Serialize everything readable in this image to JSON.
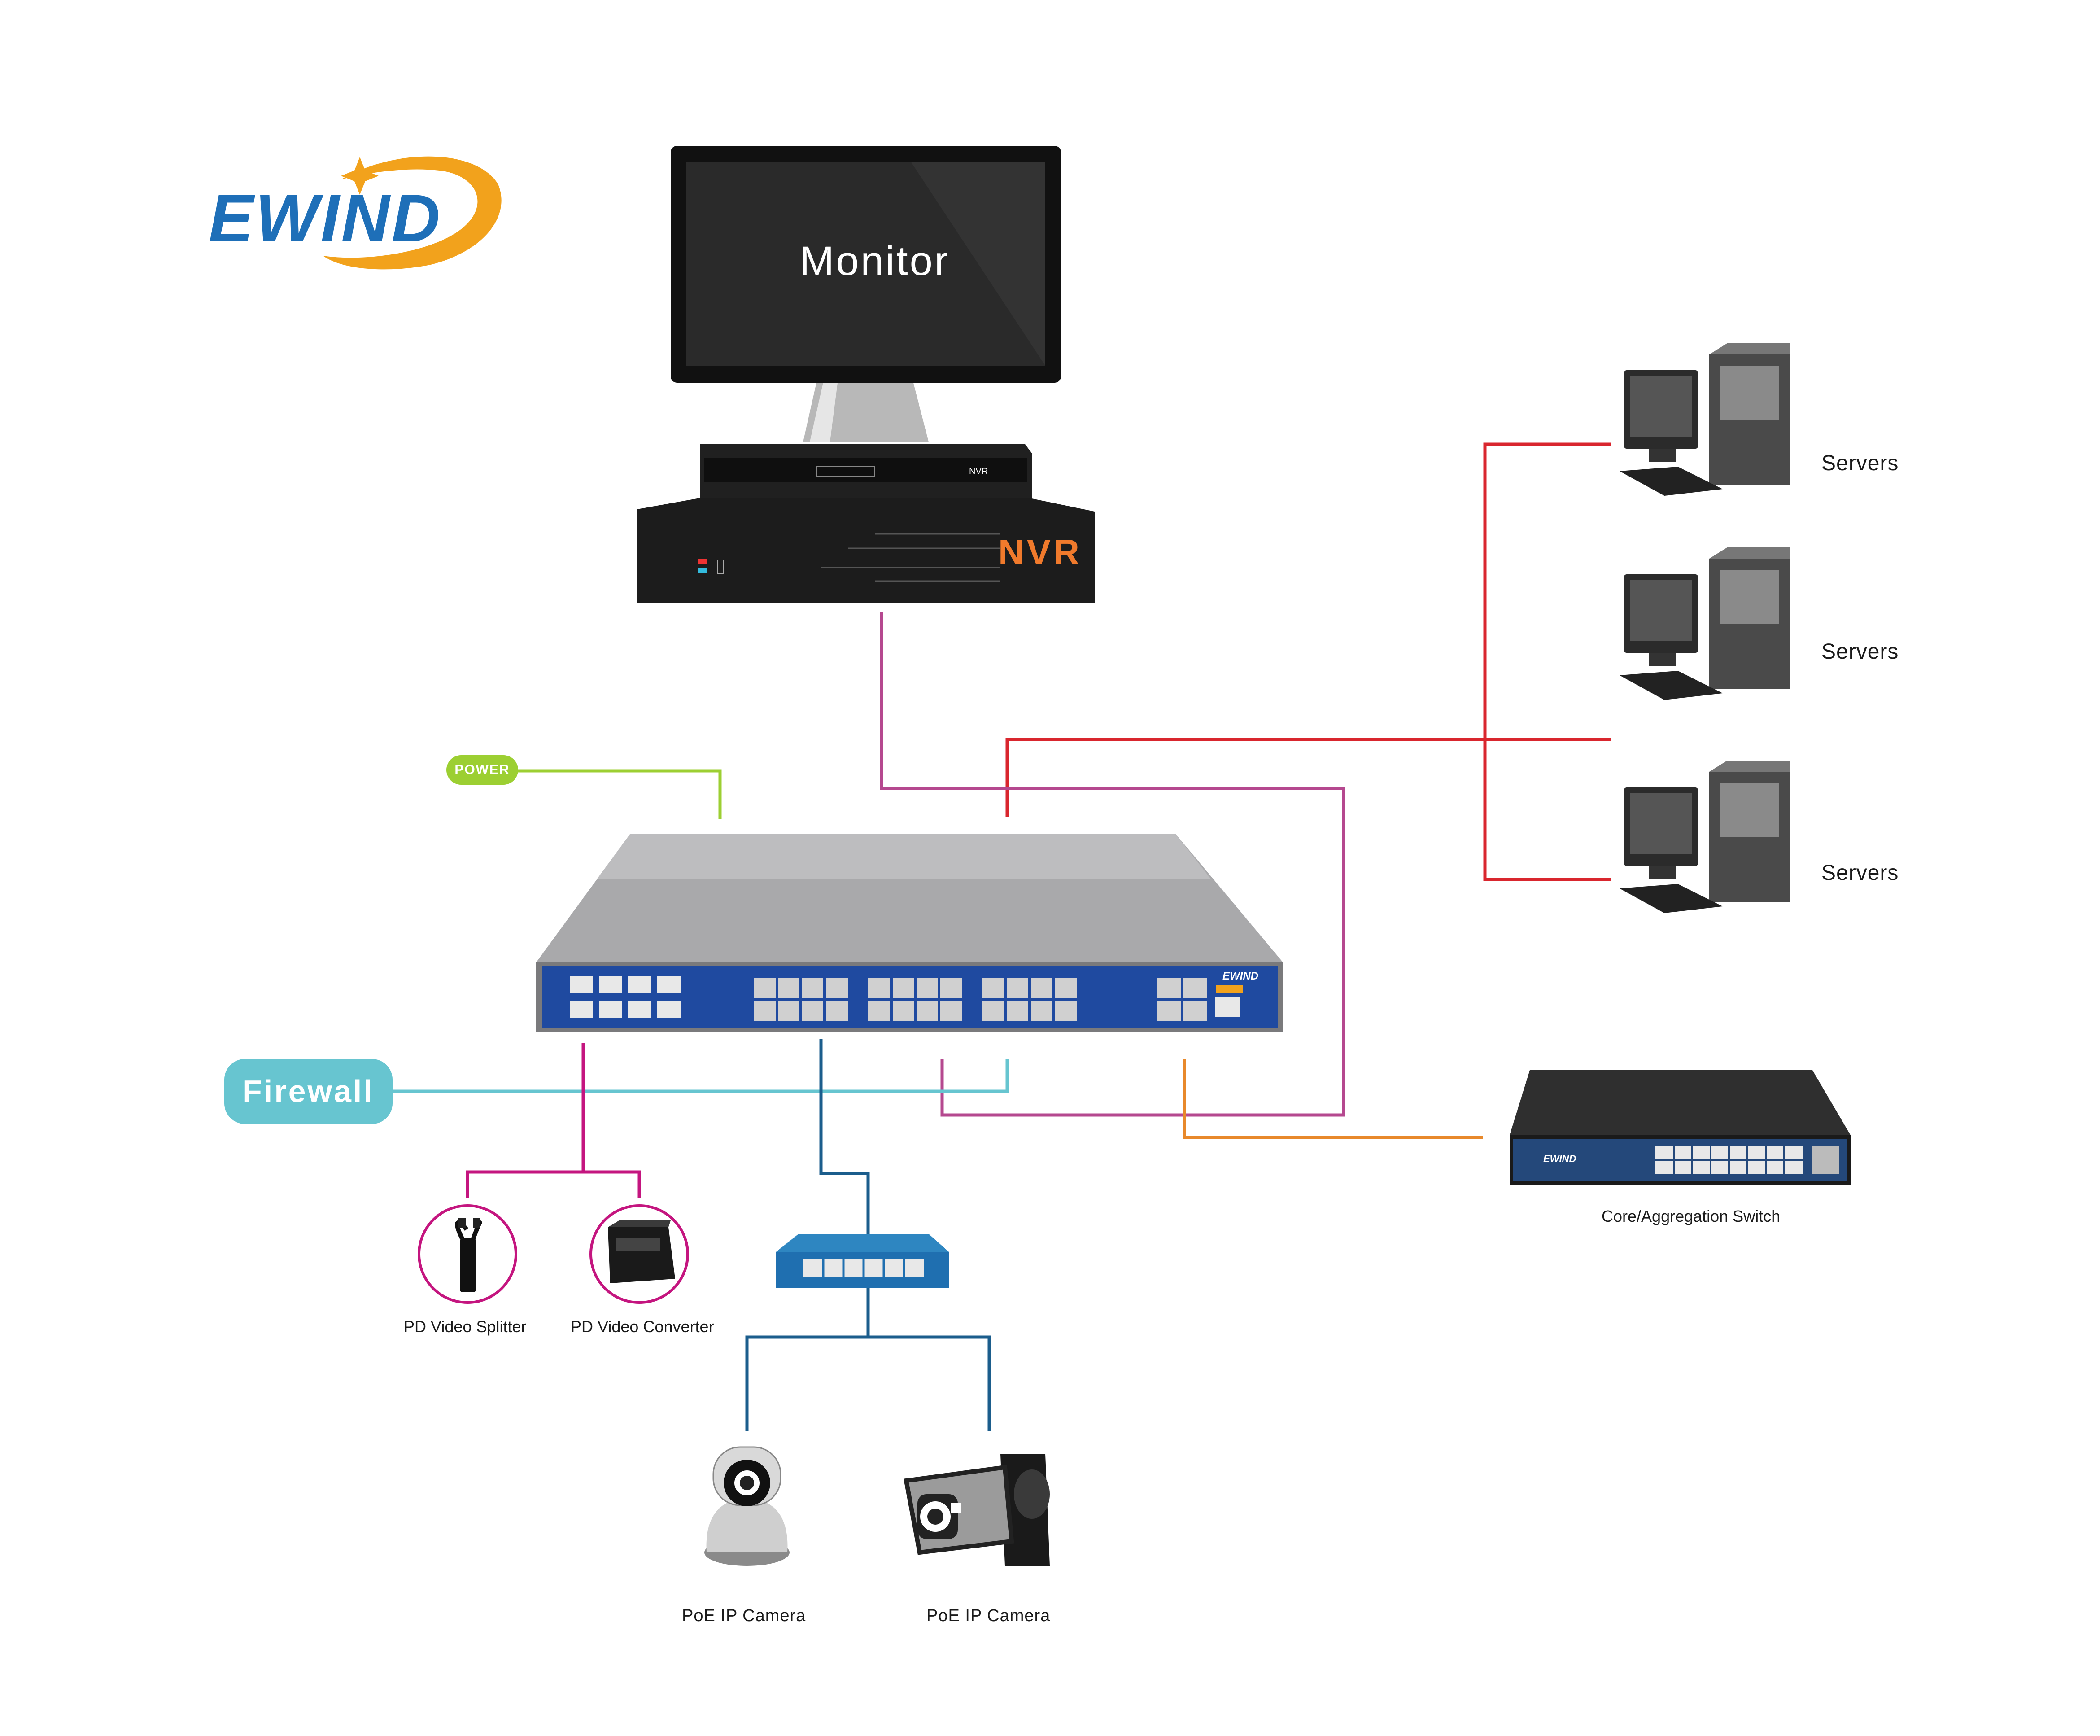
{
  "logo": {
    "text": "EWIND"
  },
  "monitor": {
    "label": "Monitor"
  },
  "nvr": {
    "label": "NVR",
    "small_label": "NVR"
  },
  "power": {
    "label": "POWER"
  },
  "firewall": {
    "label": "Firewall"
  },
  "servers": [
    {
      "label": "Servers"
    },
    {
      "label": "Servers"
    },
    {
      "label": "Servers"
    }
  ],
  "core_switch": {
    "label": "Core/Aggregation Switch",
    "brand": "EWIND"
  },
  "main_switch": {
    "brand": "EWIND"
  },
  "pd_devices": [
    {
      "label": "PD Video Splitter"
    },
    {
      "label": "PD Video Converter"
    }
  ],
  "cameras": [
    {
      "label": "PoE IP Camera",
      "icon": "dome-camera-icon"
    },
    {
      "label": "PoE IP Camera",
      "icon": "bullet-camera-icon"
    }
  ],
  "colors": {
    "servers_link": "#d9262e",
    "nvr_link": "#b5488f",
    "power_link": "#9ccf32",
    "firewall_link": "#67c5d0",
    "pd_link": "#c4157f",
    "camera_link": "#1b5d8c",
    "core_link": "#e8892b",
    "brand_blue": "#1e6fb8",
    "brand_orange": "#f2a21c"
  }
}
